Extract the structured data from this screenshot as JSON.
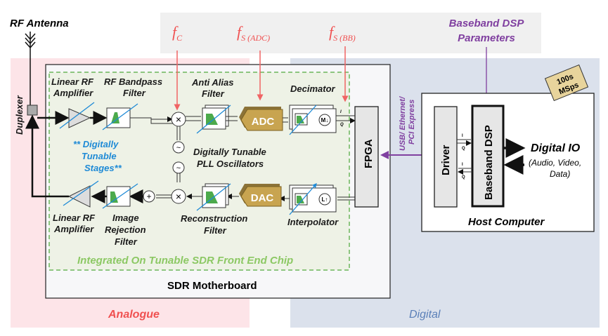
{
  "labels": {
    "rf_antenna": "RF Antenna",
    "duplexer": "Duplexer",
    "lna_top_1": "Linear RF",
    "lna_top_2": "Amplifier",
    "bpf_1": "RF Bandpass",
    "bpf_2": "Filter",
    "aaf_1": "Anti Alias",
    "aaf_2": "Filter",
    "decimator": "Decimator",
    "tunable_1": "** Digitally",
    "tunable_2": "Tunable",
    "tunable_3": "Stages**",
    "pll_1": "Digitally Tunable",
    "pll_2": "PLL Oscillators",
    "pa_1": "Linear RF",
    "pa_2": "Amplifier",
    "irf_1": "Image",
    "irf_2": "Rejection",
    "irf_3": "Filter",
    "recon_1": "Reconstruction",
    "recon_2": "Filter",
    "interpolator": "Interpolator",
    "chip": "Integrated On Tunable SDR Front End Chip",
    "motherboard": "SDR Motherboard",
    "adc": "ADC",
    "dac": "DAC",
    "fpga": "FPGA",
    "link_1": "USB/ Ethernet/",
    "link_2": "PCI Express",
    "driver": "Driver",
    "baseband_dsp": "Baseband DSP",
    "host": "Host Computer",
    "dsp_params_1": "Baseband DSP",
    "dsp_params_2": "Parameters",
    "rate_1": "100s",
    "rate_2": "MSps",
    "digital_io": "Digital IO",
    "io_1": "(Audio, Video,",
    "io_2": "Data)",
    "fc_main": "f",
    "fc_sub": "C",
    "fadc_main": "f",
    "fadc_sub": "S (ADC)",
    "fbb_main": "f",
    "fbb_sub": "S (BB)",
    "analogue": "Analogue",
    "digital": "Digital",
    "i": "I",
    "q": "Q",
    "m": "M↓",
    "l": "L↑"
  },
  "colors": {
    "analogue": "#fde4e8",
    "digital": "#dbe1ec",
    "chip": "#eef2e6",
    "adc": "#c8a450",
    "accent_red": "#f06464",
    "purple": "#8040a0",
    "tunable_blue": "#1e8ad6"
  }
}
